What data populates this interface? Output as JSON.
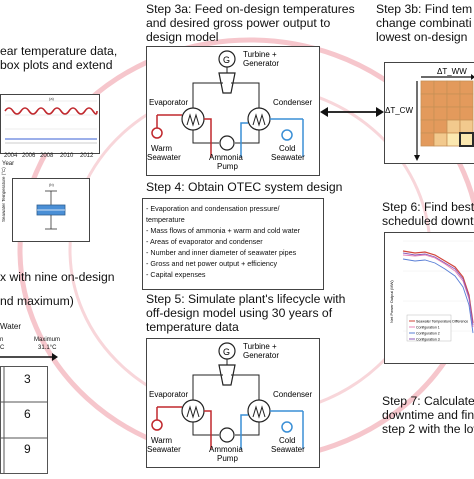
{
  "left": {
    "step2_line1": "ear temperature data,",
    "step2_line2": "box plots and extend",
    "years": [
      "2004",
      "2006",
      "2008",
      "2010",
      "2012"
    ],
    "year_label": "Year",
    "panel_a": "(a)",
    "panel_b": "(b)",
    "yaxis_label": "Seawater Temperature (°C)",
    "step3_line1": "x with nine on-design",
    "step3_line2": "nd maximum)",
    "water_label": "Water",
    "min_label": "n",
    "c_label": "C",
    "max_label": "Maximum",
    "max_value": "31.1°C",
    "cell_3": "3",
    "cell_6": "6",
    "cell_9": "9"
  },
  "steps": {
    "s3a": [
      "Step 3a: Feed on-design temperatures",
      "and desired gross power output to",
      "design model"
    ],
    "s4": "Step 4: Obtain OTEC system design",
    "s4_items": [
      "- Evaporation and condensation pressure/",
      "  temperature",
      "- Mass flows of ammonia + warm and cold water",
      "- Areas of evaporator and condenser",
      "- Number and inner diameter of seawater pipes",
      "- Gross and net power output + efficiency",
      "- Capital expenses"
    ],
    "s5": [
      "Step 5: Simulate plant's lifecycle with",
      "off-design model using 30 years of",
      "temperature data"
    ],
    "s3b": [
      "Step 3b: Find tem",
      "change combinati",
      "lowest on-design"
    ],
    "s6": [
      "Step 6: Find best",
      "scheduled downtim"
    ],
    "s7": [
      "Step 7: Calculate",
      "downtime and fin",
      "step 2 with the lowe"
    ]
  },
  "diagram": {
    "g": "G",
    "turbine": "Turbine +",
    "generator": "Generator",
    "evaporator": "Evaporator",
    "condenser": "Condenser",
    "warm1": "Warm",
    "warm2": "Seawater",
    "ammonia1": "Ammonia",
    "ammonia2": "Pump",
    "cold1": "Cold",
    "cold2": "Seawater"
  },
  "matrix": {
    "dtww": "ΔT_WW",
    "dtcw": "ΔT_CW"
  },
  "plot6": {
    "legend": [
      "Seawater Temperature Difference",
      "Configuration 1",
      "Configuration 2",
      "Configuration 3"
    ],
    "ylabel": "Net Power Output (MW)"
  },
  "colors": {
    "warm": "#c0282d",
    "cold": "#3a8fd6",
    "grid_high": "#e39a5c",
    "grid_mid": "#f2c98d",
    "grid_low": "#fbe8b0",
    "highlight": "#2b2b2b"
  }
}
